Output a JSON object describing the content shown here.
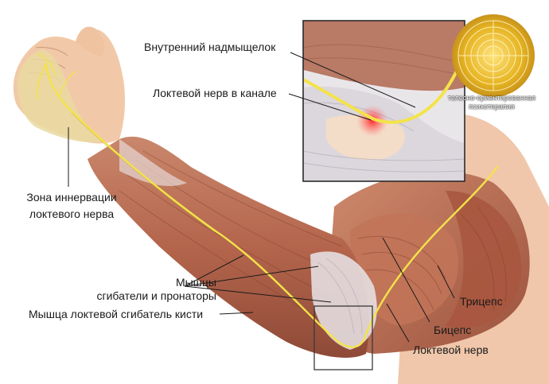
{
  "labels": {
    "medial_epicondyle": "Внутренний надмыщелок",
    "ulnar_nerve_in_canal": "Локтевой нерв в канале",
    "innervation_zone_line1": "Зона иннервации",
    "innervation_zone_line2": "локтевого нерва",
    "flexors_line1": "Мышцы",
    "flexors_line2": "сгибатели и пронаторы",
    "flexor_carpi_ulnaris": "Мышца локтевой сгибатель кисти",
    "triceps": "Трицепс",
    "biceps": "Бицепс",
    "ulnar_nerve": "Локтевой нерв"
  },
  "logo": {
    "line1": "телесно-ориентированная",
    "line2": "психотерапия",
    "color": "#e6b422"
  },
  "colors": {
    "muscle": "#b8684f",
    "muscle_dark": "#8e4a37",
    "skin": "#f2c9a8",
    "nerve": "#f3e34a",
    "tendon": "#e8e4e8",
    "zone": "#e9d9a0"
  }
}
